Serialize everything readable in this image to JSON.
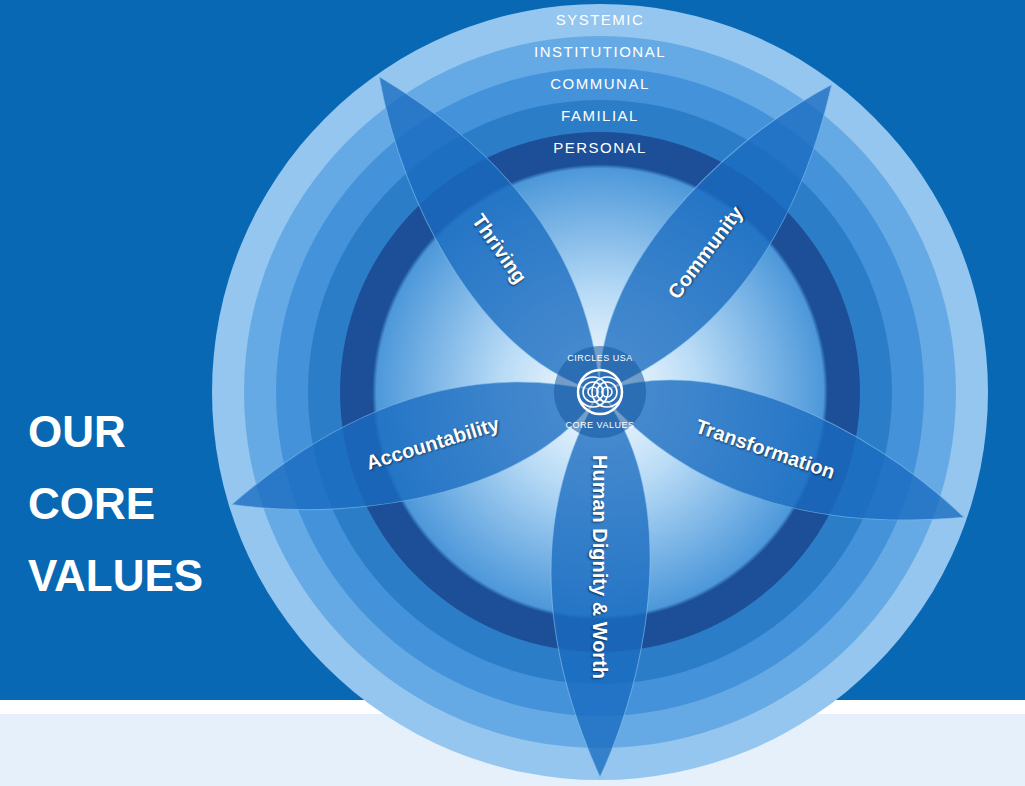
{
  "diagram": {
    "title": "OUR CORE VALUES",
    "nodes": [
      {
        "text": [
          "SYSTEMIC"
        ]
      },
      {
        "text": [
          "INSTITUTIONAL"
        ],
        "in": 0
      },
      {
        "text": [
          "COMMUNAL"
        ],
        "in": 1
      },
      {
        "text": [
          "FAMILIAL"
        ],
        "in": 2
      },
      {
        "text": [
          "PERSONAL"
        ],
        "in": 3
      },
      {
        "text": [
          "Thriving"
        ]
      },
      {
        "text": [
          "Community"
        ]
      },
      {
        "text": [
          "Transformation"
        ]
      },
      {
        "text": [
          "Human Dignity & Worth"
        ]
      },
      {
        "text": [
          "Accountability"
        ]
      },
      {
        "text": [
          "CIRCLES USA",
          "CORE VALUES"
        ]
      }
    ]
  }
}
